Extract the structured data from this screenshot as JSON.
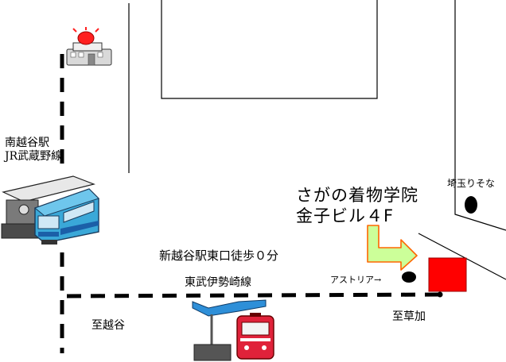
{
  "map": {
    "labels": {
      "minami_koshigaya": "南越谷駅",
      "jr_musashino": "JR武蔵野線",
      "saitama_resona": "埼玉りそな",
      "school_line1": "さがの着物学院",
      "school_line2": "金子ビル４F",
      "walk": "新越谷駅東口徒歩０分",
      "astoria": "アストリア→",
      "tobu_isesaki": "東武伊勢崎線",
      "to_koshigaya": "至越谷",
      "to_soka": "至草加"
    },
    "colors": {
      "destination": "#ff0000",
      "arrow_fill": "#ccff99",
      "arrow_stroke": "#ff6600",
      "train_blue": "#3aa8d8",
      "train_red": "#e0223a",
      "canopy_blue": "#2e8fd8",
      "police_light": "#ff2020"
    },
    "icons": [
      "police-box-icon",
      "jr-station-train-icon",
      "tobu-station-train-icon",
      "direction-arrow-icon",
      "destination-marker-icon"
    ]
  }
}
